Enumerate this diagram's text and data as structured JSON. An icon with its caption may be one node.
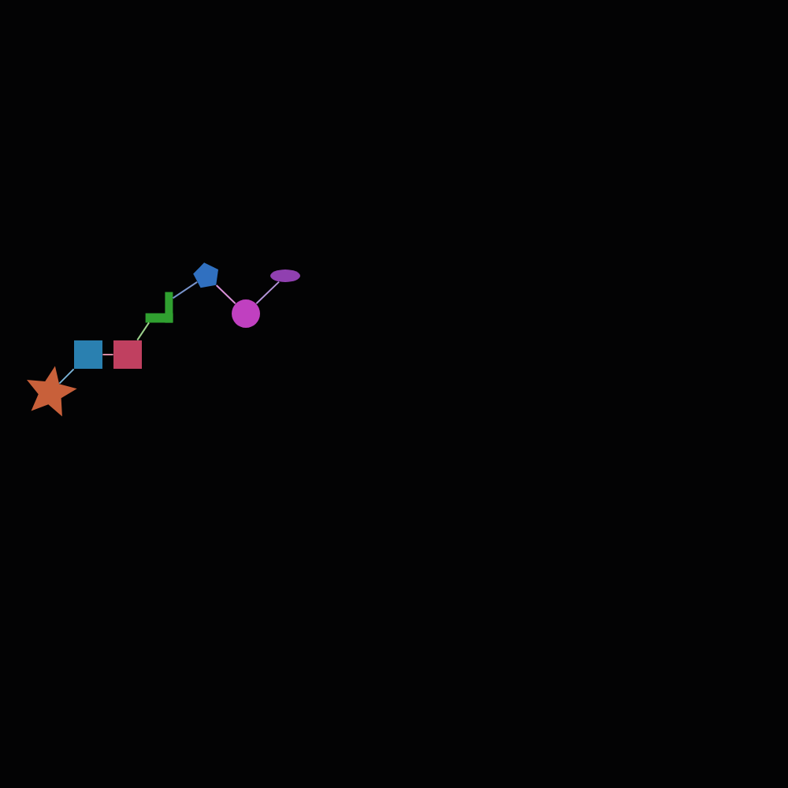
{
  "diagram": {
    "nodes": [
      {
        "text": [],
        "shape": "star"
      },
      {
        "text": [],
        "shape": "box"
      },
      {
        "text": [],
        "shape": "box"
      },
      {
        "text": [],
        "shape": "angle"
      },
      {
        "text": [],
        "shape": "pentagon"
      },
      {
        "text": [],
        "shape": "circle"
      },
      {
        "text": [],
        "shape": "ellipse"
      }
    ],
    "edges": [
      {
        "from": 0,
        "to": 1,
        "arrow": "none",
        "color": "#7ab4d8"
      },
      {
        "from": 1,
        "to": 2,
        "arrow": "none",
        "color": "#d88aa4"
      },
      {
        "from": 2,
        "to": 3,
        "arrow": "none",
        "color": "#9cd08c"
      },
      {
        "from": 3,
        "to": 4,
        "arrow": "none",
        "color": "#7894cc"
      },
      {
        "from": 4,
        "to": 5,
        "arrow": "none",
        "color": "#d890d8"
      },
      {
        "from": 5,
        "to": 6,
        "arrow": "none",
        "color": "#b494d8"
      }
    ]
  }
}
